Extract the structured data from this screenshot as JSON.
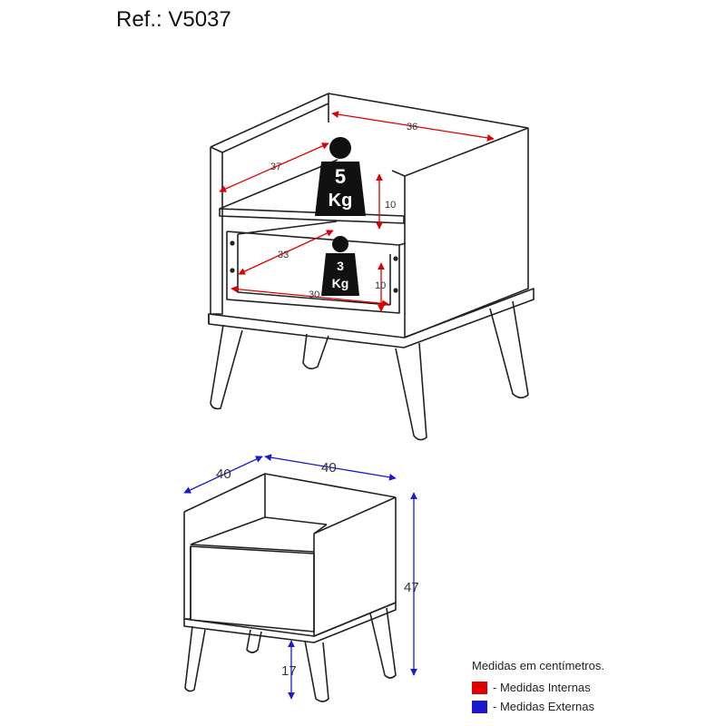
{
  "title": "Ref.: V5037",
  "colors": {
    "internal": "#e00000",
    "external": "#1a1acc",
    "line": "#222222"
  },
  "interior_view": {
    "width_top": "36",
    "depth_top": "37",
    "height_top": "10",
    "weight_top": {
      "number": "5",
      "unit": "Kg"
    },
    "depth_drawer": "33",
    "width_drawer": "30",
    "height_drawer": "10",
    "weight_drawer": {
      "number": "3",
      "unit": "Kg"
    }
  },
  "exterior_view": {
    "depth": "40",
    "width": "40",
    "height": "47",
    "leg_height": "17"
  },
  "legend": {
    "title": "Medidas em centímetros.",
    "items": [
      {
        "label": "- Medidas Internas",
        "color": "#e00000"
      },
      {
        "label": "- Medidas Externas",
        "color": "#1a1acc"
      }
    ]
  }
}
